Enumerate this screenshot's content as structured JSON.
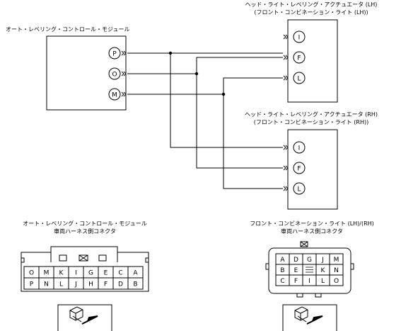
{
  "module": {
    "title": "オート・レベリング・コントロール・モジュール",
    "pins": [
      "P",
      "O",
      "M"
    ]
  },
  "actuator_lh": {
    "title_line1": "ヘッド・ライト・レベリング・アクチュエータ (LH)",
    "title_line2": "(フロント・コンビネーション・ライト (LH))",
    "pins": [
      "I",
      "F",
      "L"
    ]
  },
  "actuator_rh": {
    "title_line1": "ヘッド・ライト・レベリング・アクチュエータ (RH)",
    "title_line2": "(フロント・コンビネーション・ライト (RH))",
    "pins": [
      "I",
      "F",
      "L"
    ]
  },
  "connector_left": {
    "title_line1": "オート・レベリング・コントロール・モジュール",
    "title_line2": "車両ハーネス側コネクタ",
    "row1": [
      "O",
      "M",
      "K",
      "I",
      "G",
      "E",
      "C",
      "A"
    ],
    "row2": [
      "P",
      "N",
      "L",
      "J",
      "H",
      "F",
      "D",
      "B"
    ]
  },
  "connector_right": {
    "title_line1": "フロント・コンビネーション・ライト (LH)/(RH)",
    "title_line2": "車両ハーネス側コネクタ",
    "grid": [
      [
        "A",
        "D",
        "G",
        "J",
        "M"
      ],
      [
        "B",
        "E",
        "",
        "K",
        "N"
      ],
      [
        "C",
        "F",
        "I",
        "L",
        "O"
      ]
    ]
  }
}
